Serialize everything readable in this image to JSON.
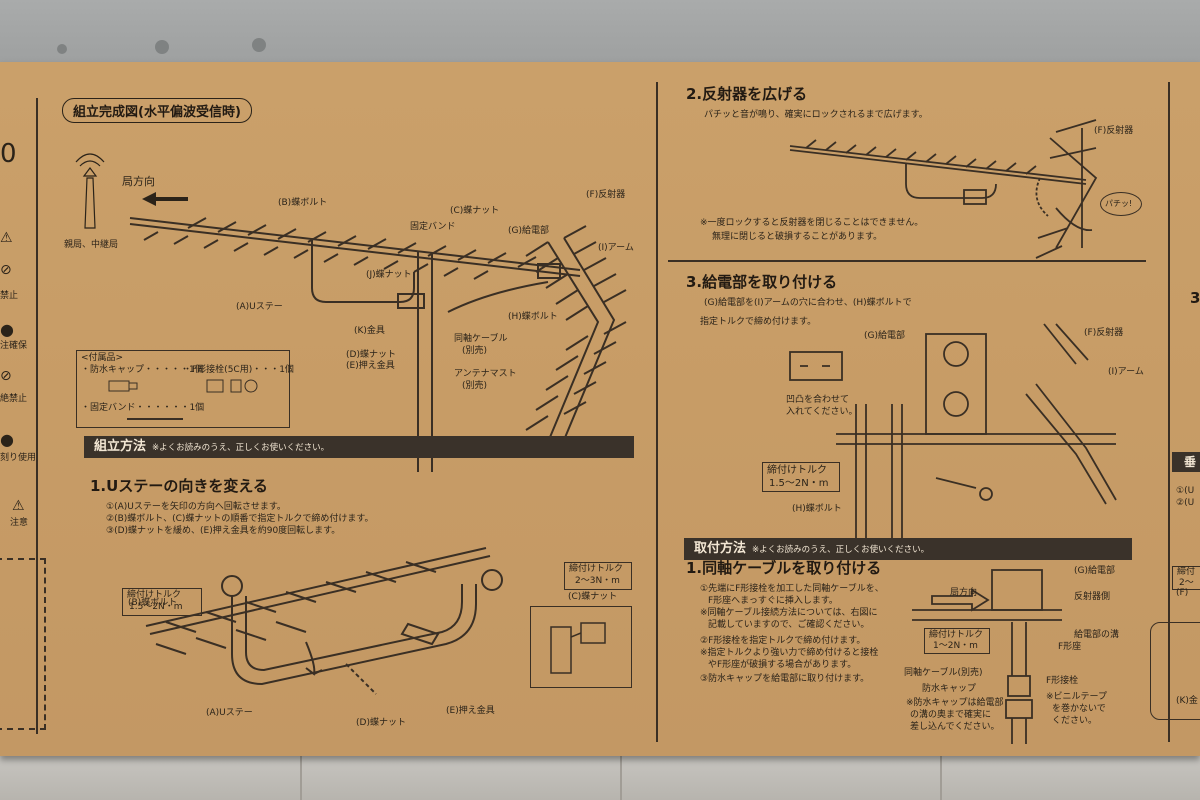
{
  "left_strip": {
    "top_char": "0",
    "items": [
      "禁止",
      "注確保",
      "絶禁止",
      "刻り使用",
      "注意"
    ]
  },
  "diagram1": {
    "title": "組立完成図(水平偏波受信時)",
    "direction": "局方向",
    "station": "親局、中継局",
    "labels": {
      "b_bolt": "(B)蝶ボルト",
      "c_nut": "(C)蝶ナット",
      "fix_band": "固定バンド",
      "g_feed": "(G)給電部",
      "f_reflector": "(F)反射器",
      "i_arm": "(I)アーム",
      "j_nut": "(J)蝶ナット",
      "a_ustay": "(A)Uステー",
      "h_bolt": "(H)蝶ボルト",
      "k_fitting": "(K)金具",
      "coax": "同軸ケーブル",
      "coax_sep": "(別売)",
      "d_nut": "(D)蝶ナット",
      "e_press": "(E)押え金具",
      "mast": "アンテナマスト",
      "mast_sep": "(別売)"
    },
    "accessories": {
      "head": "<付属品>",
      "cap": "・防水キャップ・・・・・1個",
      "fconn": "・F形接栓(5C用)・・・1個",
      "band": "・固定バンド・・・・・・1個"
    }
  },
  "assembly": {
    "bar_title": "組立方法",
    "bar_note": "※よくお読みのうえ、正しくお使いください。",
    "step1_title": "1.Uステーの向きを変える",
    "step1_lines": [
      "①(A)Uステーを矢印の方向へ回転させます。",
      "②(B)蝶ボルト、(C)蝶ナットの順番で指定トルクで締め付けます。",
      "③(D)蝶ナットを緩め、(E)押え金具を約90度回転します。"
    ],
    "b_bolt": "(B)蝶ボルト",
    "torque_label": "締付けトルク",
    "torque1": "1.5～2N・m",
    "torque2": "2～3N・m",
    "c_nut": "(C)蝶ナット",
    "a_ustay": "(A)Uステー",
    "d_nut": "(D)蝶ナット",
    "e_press": "(E)押え金具"
  },
  "step2": {
    "title": "2.反射器を広げる",
    "line": "パチッと音が鳴り、確実にロックされるまで広げます。",
    "f_label": "(F)反射器",
    "click": "パチッ!",
    "note1": "※一度ロックすると反射器を閉じることはできません。",
    "note2": "無理に閉じると破損することがあります。"
  },
  "step3": {
    "title": "3.給電部を取り付ける",
    "line1": "(G)給電部を(I)アームの穴に合わせ、(H)蝶ボルトで",
    "line2": "指定トルクで締め付けます。",
    "g_feed": "(G)給電部",
    "f_reflector": "(F)反射器",
    "i_arm": "(I)アーム",
    "align1": "凹凸を合わせて",
    "align2": "入れてください。",
    "torque_label": "締付けトルク",
    "torque": "1.5～2N・m",
    "h_bolt": "(H)蝶ボルト"
  },
  "mounting": {
    "bar_title": "取付方法",
    "bar_note": "※よくお読みのうえ、正しくお使いください。",
    "step1_title": "1.同軸ケーブルを取り付ける",
    "lines": [
      "①先端にF形接栓を加工した同軸ケーブルを、",
      "F形座へまっすぐに挿入します。",
      "※同軸ケーブル接続方法については、右図に",
      "記載していますので、ご確認ください。",
      "②F形接栓を指定トルクで締め付けます。",
      "※指定トルクより強い力で締め付けると接栓",
      "やF形座が破損する場合があります。",
      "③防水キャップを給電部に取り付けます。"
    ],
    "g_feed": "(G)給電部",
    "direction": "局方向",
    "reflector_side": "反射器側",
    "torque_label": "締付けトルク",
    "torque": "1～2N・m",
    "groove": "給電部の溝",
    "fseat": "F形座",
    "coax": "同軸ケーブル(別売)",
    "fconn": "F形接栓",
    "cap": "防水キャップ",
    "vinyl1": "※ビニルテープ",
    "vinyl2": "を巻かないで",
    "vinyl3": "ください。",
    "cap_note1": "※防水キャップは給電部",
    "cap_note2": "の溝の奥まで確実に",
    "cap_note3": "差し込んでください。"
  },
  "right_edge": {
    "num": "3",
    "bar": "垂",
    "items": [
      "①(U",
      "②(U",
      "締付",
      "2～",
      "(F)",
      "(K)金"
    ]
  }
}
